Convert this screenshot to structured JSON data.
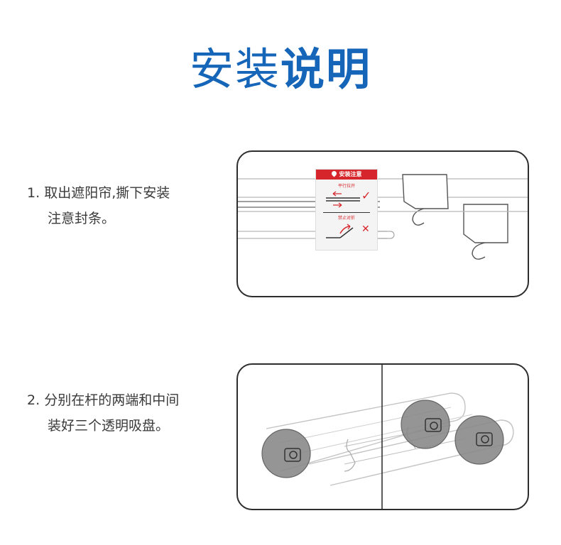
{
  "title": {
    "part1": "安装",
    "part2": "说明"
  },
  "steps": [
    {
      "number": "1.",
      "line1": "取出遮阳帘,撕下安装",
      "line2": "注意封条。"
    },
    {
      "number": "2.",
      "line1": "分别在杆的两端和中间",
      "line2": "装好三个透明吸盘。"
    }
  ],
  "notice_card": {
    "header": "安装注意",
    "ok_label": "平行拉开",
    "bad_label": "禁止对折"
  },
  "colors": {
    "brand_blue": "#1565b8",
    "warning_red": "#d7262b"
  }
}
